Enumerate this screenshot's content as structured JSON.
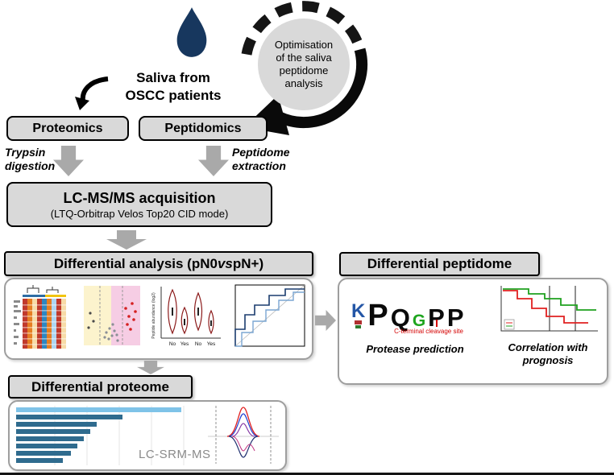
{
  "top": {
    "saliva_lines": [
      "Saliva from",
      "OSCC patients"
    ],
    "optimisation_lines": [
      "Optimisation",
      "of the saliva",
      "peptidome",
      "analysis"
    ]
  },
  "branch": {
    "proteomics": "Proteomics",
    "peptidomics": "Peptidomics",
    "trypsin_lines": [
      "Trypsin",
      "digestion"
    ],
    "extraction_lines": [
      "Peptidome",
      "extraction"
    ]
  },
  "acquisition": {
    "title": "LC-MS/MS acquisition",
    "subtitle": "(LTQ-Orbitrap Velos Top20 CID mode)"
  },
  "analysis": {
    "title_parts": [
      "Differential analysis (pN0 ",
      "vs",
      " pN+)"
    ],
    "violin_ylabel": "Peptide abundance (log2)",
    "violin_xlabels": [
      "No",
      "Yes",
      "No",
      "Yes"
    ]
  },
  "peptidome": {
    "title": "Differential peptidome",
    "logo_letters": [
      {
        "ch": "K"
      },
      {
        "ch": "P"
      },
      {
        "ch": "Q"
      },
      {
        "ch": "G"
      },
      {
        "ch": "P"
      },
      {
        "ch": "P"
      }
    ],
    "cleavage_label": "C-terminal cleavage site",
    "caption_protease": "Protease prediction",
    "caption_prognosis_lines": [
      "Correlation with",
      "prognosis"
    ]
  },
  "proteome": {
    "title": "Differential proteome",
    "srm_label": "LC-SRM-MS"
  },
  "colors": {
    "box_fill": "#d9d9d9",
    "arrow_gray": "#a9a9a9",
    "droplet_navy": "#17375e",
    "logo_green": "#1ea51e",
    "logo_blue": "#2456a6",
    "survival_red": "#e02020",
    "survival_green": "#1fa11f",
    "bar_light_blue": "#7fc3e8",
    "bar_dark_blue": "#2f6b8e"
  }
}
